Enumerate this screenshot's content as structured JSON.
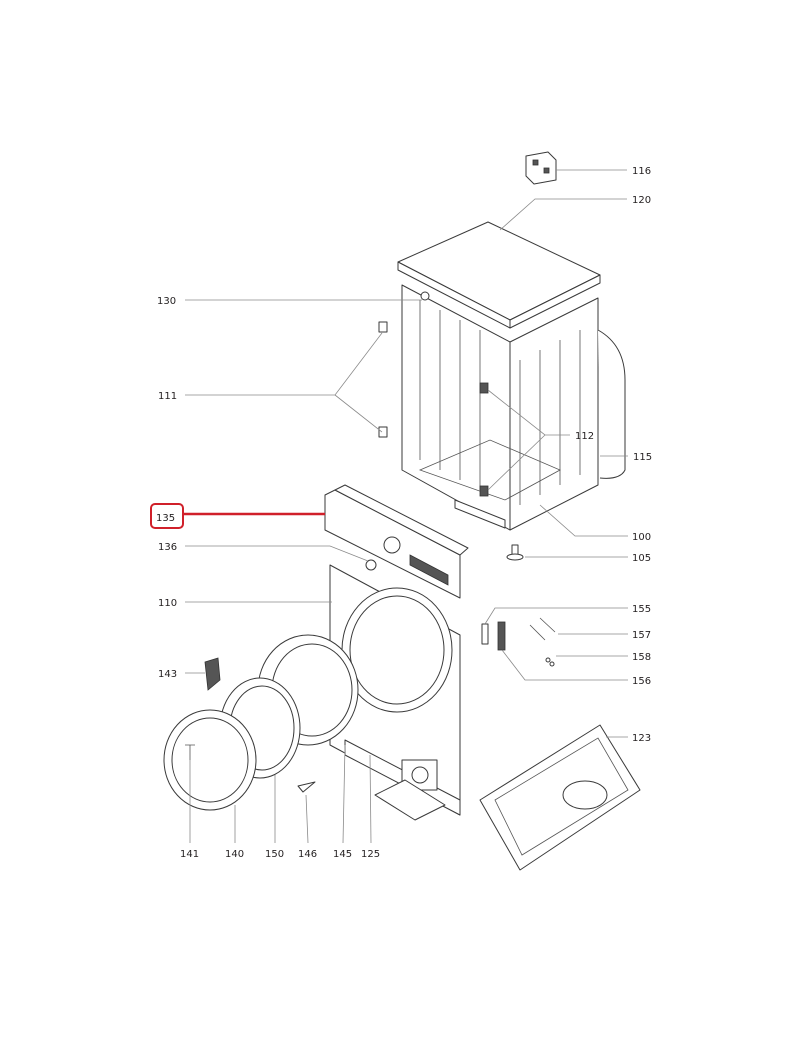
{
  "diagram": {
    "highlight_color": "#d0202a",
    "highlighted_part": "135",
    "labels": {
      "p116": "116",
      "p120": "120",
      "p130": "130",
      "p111": "111",
      "p112": "112",
      "p115": "115",
      "p135": "135",
      "p100": "100",
      "p136": "136",
      "p105": "105",
      "p110": "110",
      "p155": "155",
      "p157": "157",
      "p143": "143",
      "p158": "158",
      "p156": "156",
      "p123": "123",
      "p141": "141",
      "p140": "140",
      "p150": "150",
      "p146": "146",
      "p145": "145",
      "p125": "125"
    }
  }
}
